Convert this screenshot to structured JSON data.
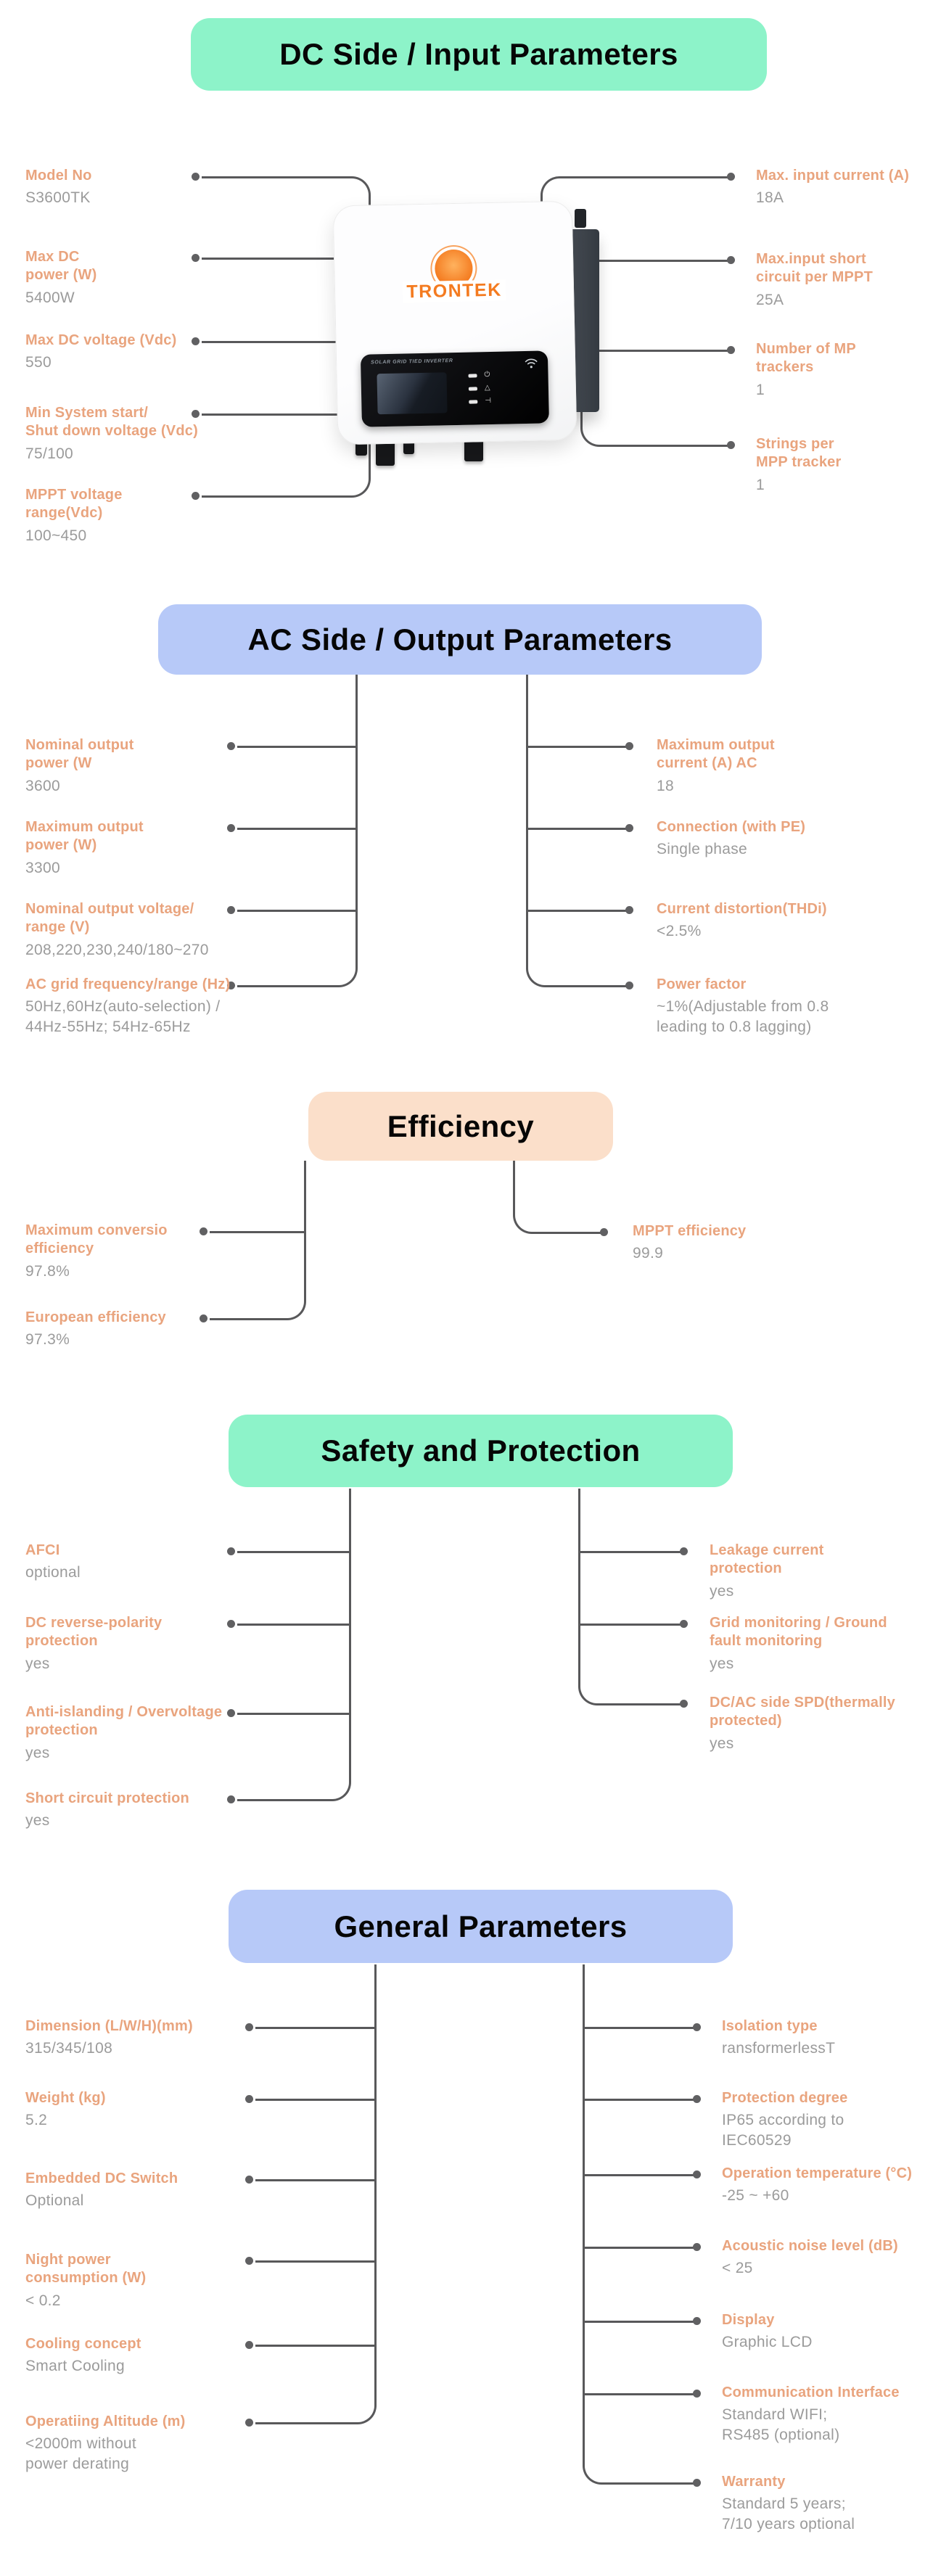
{
  "device": {
    "brand": "TRONTEK",
    "panel_text": "SOLAR GRID TIED INVERTER"
  },
  "colors": {
    "mint": "#8df3c9",
    "periwinkle": "#b7c9f8",
    "peach": "#fbdfca",
    "label_orange": "#e9a47e",
    "value_gray": "#9b9b9b",
    "line_gray": "#58585a",
    "brand_orange": "#f47b20"
  },
  "sections": [
    {
      "id": "dc",
      "title": "DC Side / Input Parameters",
      "left": [
        {
          "label": "Model No",
          "value": "S3600TK"
        },
        {
          "label": "Max DC\npower (W)",
          "value": "5400W"
        },
        {
          "label": "Max DC voltage (Vdc)",
          "value": "550"
        },
        {
          "label": "Min System start/\nShut down voltage (Vdc)",
          "value": "75/100"
        },
        {
          "label": "MPPT voltage\nrange(Vdc)",
          "value": "100~450"
        }
      ],
      "right": [
        {
          "label": "Max. input current (A)",
          "value": "18A"
        },
        {
          "label": "Max.input short\ncircuit per MPPT",
          "value": "25A"
        },
        {
          "label": "Number of MP\ntrackers",
          "value": "1"
        },
        {
          "label": "Strings per\nMPP tracker",
          "value": "1"
        }
      ]
    },
    {
      "id": "ac",
      "title": "AC Side / Output Parameters",
      "left": [
        {
          "label": "Nominal output\npower (W",
          "value": "3600"
        },
        {
          "label": "Maximum output\npower (W)",
          "value": "3300"
        },
        {
          "label": "Nominal output voltage/\nrange (V)",
          "value": "208,220,230,240/180~270"
        },
        {
          "label": "AC grid frequency/range (Hz)",
          "value": "50Hz,60Hz(auto-selection) /\n44Hz-55Hz; 54Hz-65Hz"
        }
      ],
      "right": [
        {
          "label": "Maximum output\ncurrent (A) AC",
          "value": "18"
        },
        {
          "label": "Connection (with PE)",
          "value": "Single phase"
        },
        {
          "label": "Current distortion(THDi)",
          "value": "<2.5%"
        },
        {
          "label": "Power factor",
          "value": "~1%(Adjustable from 0.8\nleading to 0.8 lagging)"
        }
      ]
    },
    {
      "id": "efficiency",
      "title": "Efficiency",
      "left": [
        {
          "label": "Maximum conversio\nefficiency",
          "value": "97.8%"
        },
        {
          "label": "European efficiency",
          "value": "97.3%"
        }
      ],
      "right": [
        {
          "label": "MPPT efficiency",
          "value": "99.9"
        }
      ]
    },
    {
      "id": "safety",
      "title": "Safety and Protection",
      "left": [
        {
          "label": "AFCI",
          "value": "optional"
        },
        {
          "label": "DC reverse-polarity\nprotection",
          "value": "yes"
        },
        {
          "label": "Anti-islanding / Overvoltage\nprotection",
          "value": "yes"
        },
        {
          "label": "Short circuit protection",
          "value": "yes"
        }
      ],
      "right": [
        {
          "label": "Leakage current\nprotection",
          "value": "yes"
        },
        {
          "label": "Grid monitoring / Ground\nfault monitoring",
          "value": "yes"
        },
        {
          "label": "DC/AC side SPD(thermally\nprotected)",
          "value": "yes"
        }
      ]
    },
    {
      "id": "general",
      "title": "General Parameters",
      "left": [
        {
          "label": "Dimension (L/W/H)(mm)",
          "value": "315/345/108"
        },
        {
          "label": "Weight (kg)",
          "value": "5.2"
        },
        {
          "label": "Embedded DC Switch",
          "value": "Optional"
        },
        {
          "label": "Night power\nconsumption (W)",
          "value": "< 0.2"
        },
        {
          "label": "Cooling concept",
          "value": "Smart Cooling"
        },
        {
          "label": "Operatiing Altitude (m)",
          "value": "<2000m without\npower derating"
        }
      ],
      "right": [
        {
          "label": "Isolation type",
          "value": "ransformerlessT"
        },
        {
          "label": "Protection degree",
          "value": "IP65 according to\nIEC60529"
        },
        {
          "label": "Operation temperature (°C)",
          "value": "-25 ~ +60"
        },
        {
          "label": "Acoustic noise level (dB)",
          "value": "< 25"
        },
        {
          "label": "Display",
          "value": "Graphic LCD"
        },
        {
          "label": "Communication Interface",
          "value": "Standard WIFI;\nRS485 (optional)"
        },
        {
          "label": "Warranty",
          "value": "Standard 5 years;\n7/10 years optional"
        }
      ]
    }
  ]
}
